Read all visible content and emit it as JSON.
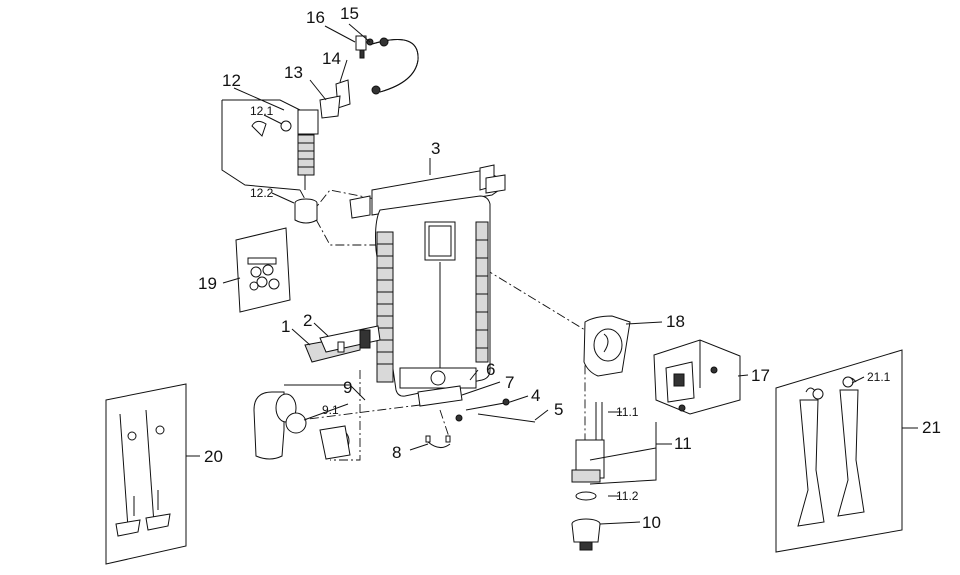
{
  "labels": {
    "p1": "1",
    "p2": "2",
    "p3": "3",
    "p4": "4",
    "p5": "5",
    "p6": "6",
    "p7": "7",
    "p8": "8",
    "p9": "9",
    "p9_1": "9.1",
    "p10": "10",
    "p11": "11",
    "p11_1": "11.1",
    "p11_2": "11.2",
    "p12": "12",
    "p12_1": "12.1",
    "p12_2": "12.2",
    "p13": "13",
    "p14": "14",
    "p15": "15",
    "p16": "16",
    "p17": "17",
    "p18": "18",
    "p19": "19",
    "p20": "20",
    "p21": "21",
    "p21_1": "21.1"
  }
}
